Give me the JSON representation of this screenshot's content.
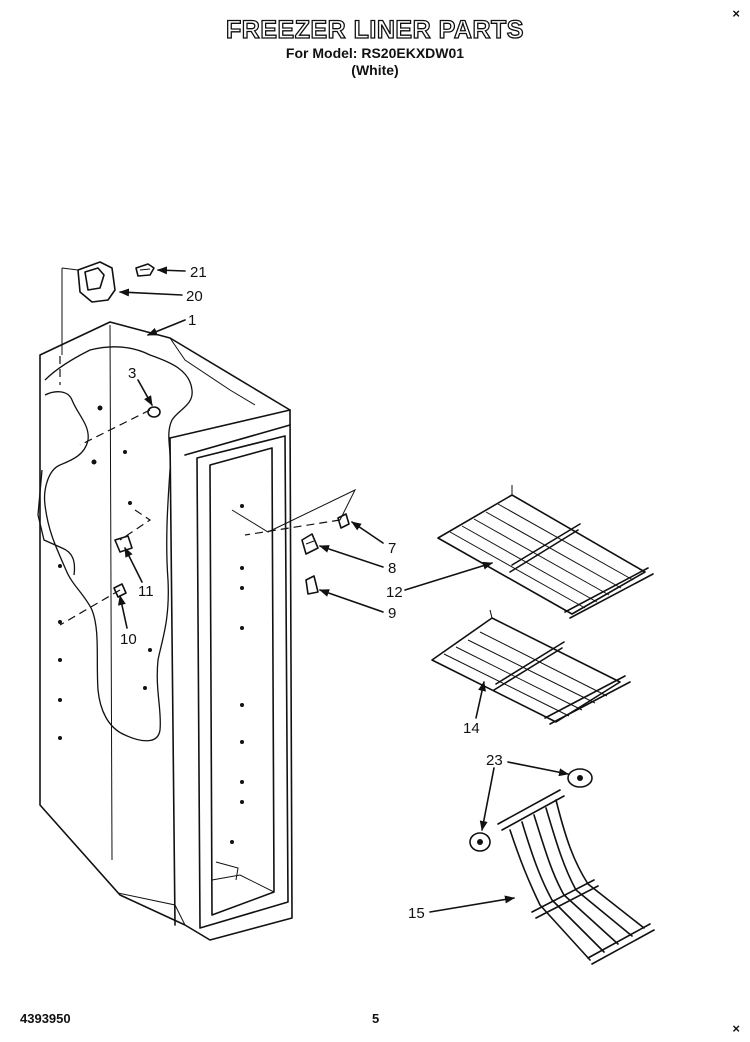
{
  "header": {
    "title": "FREEZER LINER PARTS",
    "model_line": "For Model: RS20EKXDW01",
    "color_line": "(White)"
  },
  "corner_marks": {
    "top_right": "×",
    "bottom_right": "×"
  },
  "footer": {
    "doc_number": "4393950",
    "page_number": "5"
  },
  "callouts": [
    {
      "id": "c21",
      "label": "21"
    },
    {
      "id": "c20",
      "label": "20"
    },
    {
      "id": "c1",
      "label": "1"
    },
    {
      "id": "c3",
      "label": "3"
    },
    {
      "id": "c7",
      "label": "7"
    },
    {
      "id": "c8",
      "label": "8"
    },
    {
      "id": "c12",
      "label": "12"
    },
    {
      "id": "c9",
      "label": "9"
    },
    {
      "id": "c11",
      "label": "11"
    },
    {
      "id": "c10",
      "label": "10"
    },
    {
      "id": "c14",
      "label": "14"
    },
    {
      "id": "c23",
      "label": "23"
    },
    {
      "id": "c15",
      "label": "15"
    }
  ]
}
